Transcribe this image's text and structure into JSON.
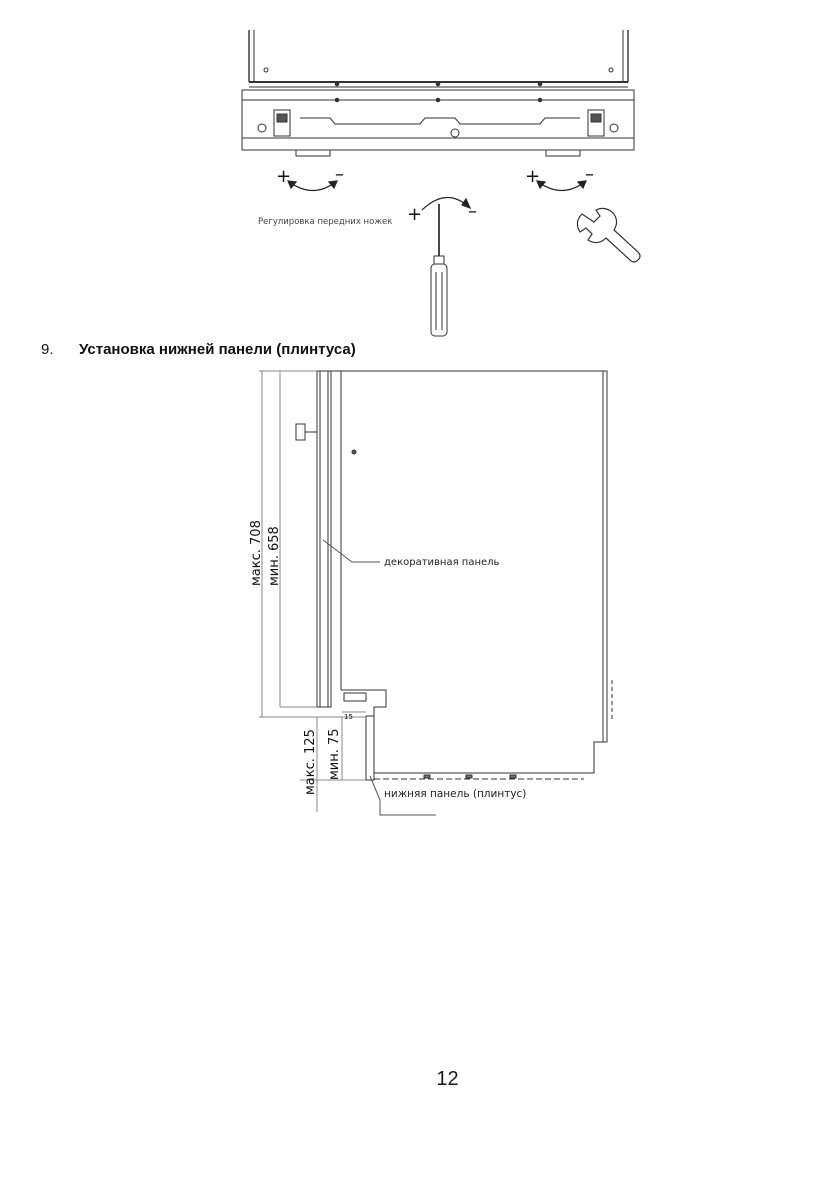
{
  "top_figure": {
    "caption": "Регулировка передних ножек",
    "plus_left": "+",
    "minus_left": "–",
    "plus_center": "+",
    "minus_center": "–",
    "plus_right": "+",
    "minus_right": "–"
  },
  "section": {
    "number": "9.",
    "title": "Установка нижней панели (плинтуса)"
  },
  "bottom_figure": {
    "label_max_height": "макс. 708",
    "label_min_height": "мин. 658",
    "label_max_plinth": "макс. 125",
    "label_min_plinth": "мин. 75",
    "label_gap": "15",
    "callout_decor_panel": "декоративная панель",
    "callout_plinth": "нижняя панель (плинтус)"
  },
  "page": {
    "number": "12"
  }
}
